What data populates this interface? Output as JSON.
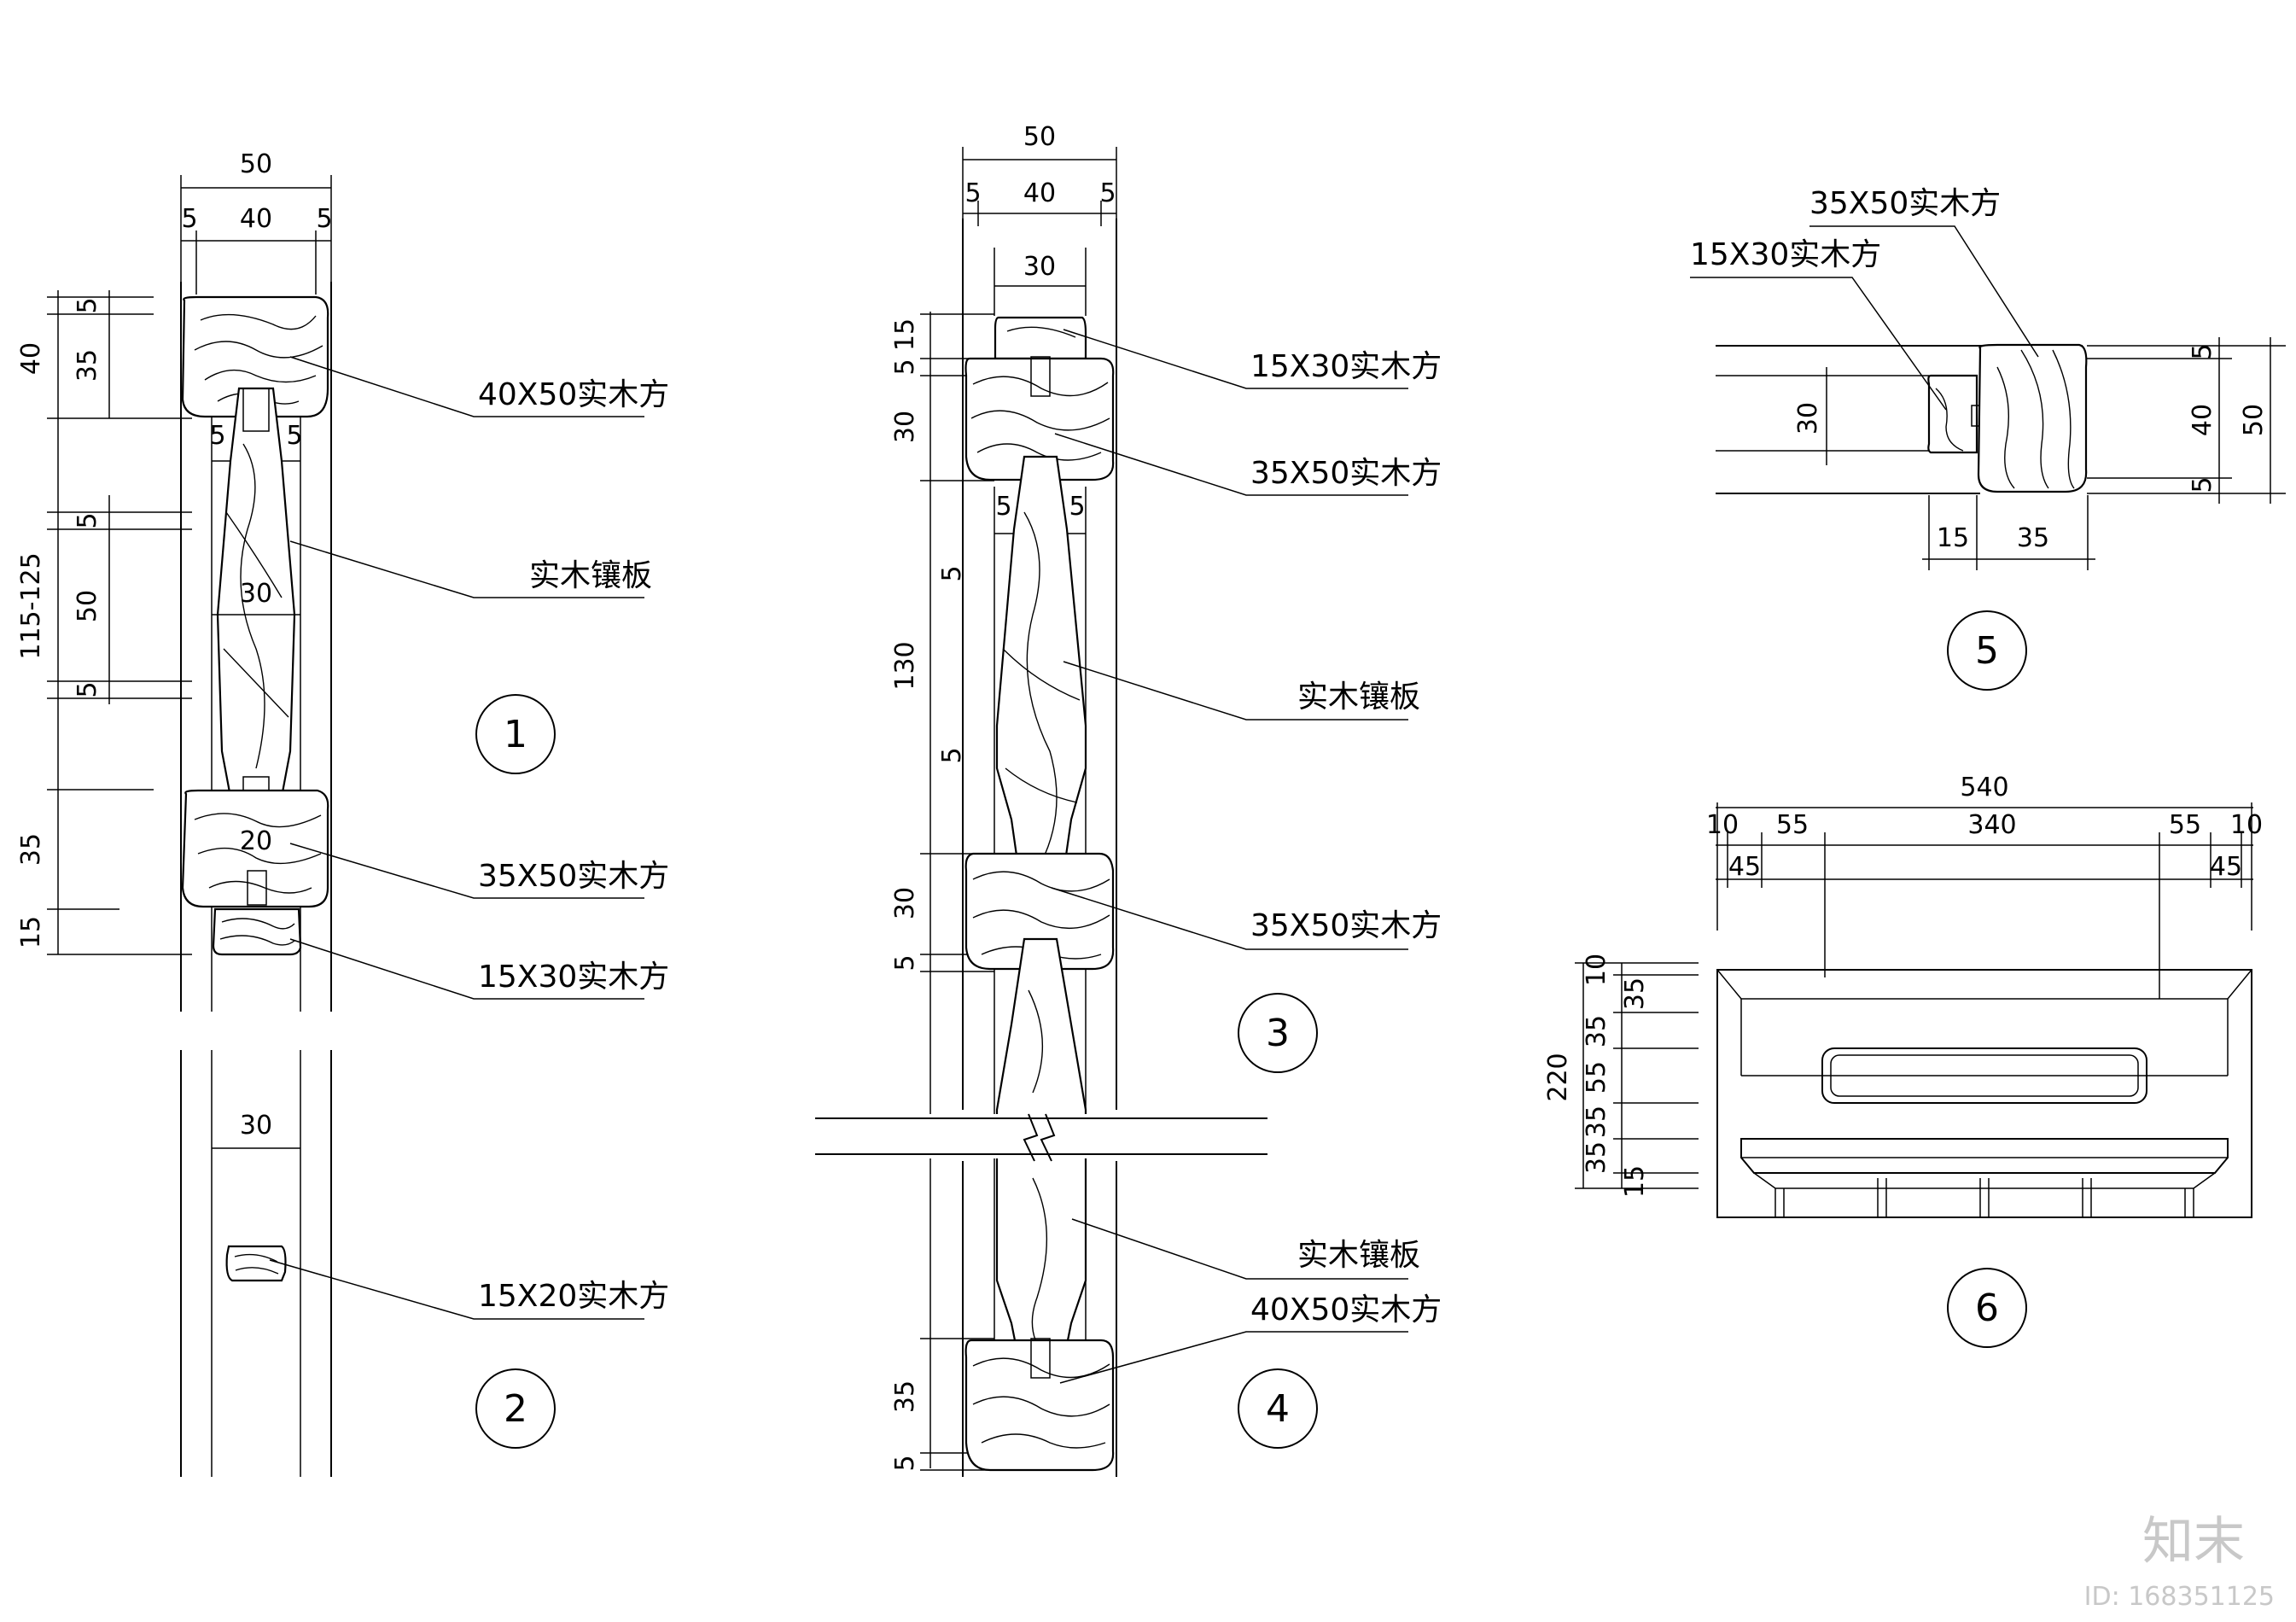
{
  "labels": {
    "d1_top": "40X50实木方",
    "d1_panel": "实木镶板",
    "d1_mid": "35X50实木方",
    "d1_bottom": "15X30实木方",
    "d2": "15X20实木方",
    "d3_top": "15X30实木方",
    "d3_rail": "35X50实木方",
    "d3_panel": "实木镶板",
    "d3_mid": "35X50实木方",
    "d4_panel": "实木镶板",
    "d4_bottom": "40X50实木方",
    "d5_top": "35X50实木方",
    "d5_small": "15X30实木方"
  },
  "detail_numbers": [
    "1",
    "2",
    "3",
    "4",
    "5",
    "6"
  ],
  "dims": {
    "d1": {
      "w50": "50",
      "w40": "40",
      "w5a": "5",
      "w5b": "5",
      "v40": "40",
      "v5": "5",
      "v35": "35",
      "v115": "115-125",
      "v5b": "5",
      "v50": "50",
      "v5c": "5",
      "v35b": "35",
      "v15": "15",
      "g5a": "5",
      "g5b": "5",
      "g30": "30",
      "w20": "20"
    },
    "d2": {
      "w30": "30"
    },
    "d3": {
      "w50": "50",
      "w40": "40",
      "w5a": "5",
      "w5b": "5",
      "w30": "30",
      "v5": "5",
      "v15": "15",
      "v30": "30",
      "v130": "130",
      "v5a": "5",
      "v5b": "5",
      "v30b": "30",
      "v5c": "5",
      "g5a": "5",
      "g5b": "5"
    },
    "d4": {
      "v35": "35",
      "v5": "5"
    },
    "d5": {
      "v30": "30",
      "v5a": "5",
      "v40": "40",
      "v5b": "5",
      "v50": "50",
      "h15": "15",
      "h35": "35"
    },
    "d6": {
      "w540": "540",
      "w10a": "10",
      "w55a": "55",
      "w340": "340",
      "w55b": "55",
      "w10b": "10",
      "w45a": "45",
      "w45b": "45",
      "v220": "220",
      "v10": "10",
      "v35a": "35",
      "v35b": "35",
      "v55": "55",
      "v35c": "35",
      "v35d": "35",
      "v15": "15"
    }
  },
  "watermark": {
    "brand": "知末",
    "id": "ID: 168351125"
  }
}
